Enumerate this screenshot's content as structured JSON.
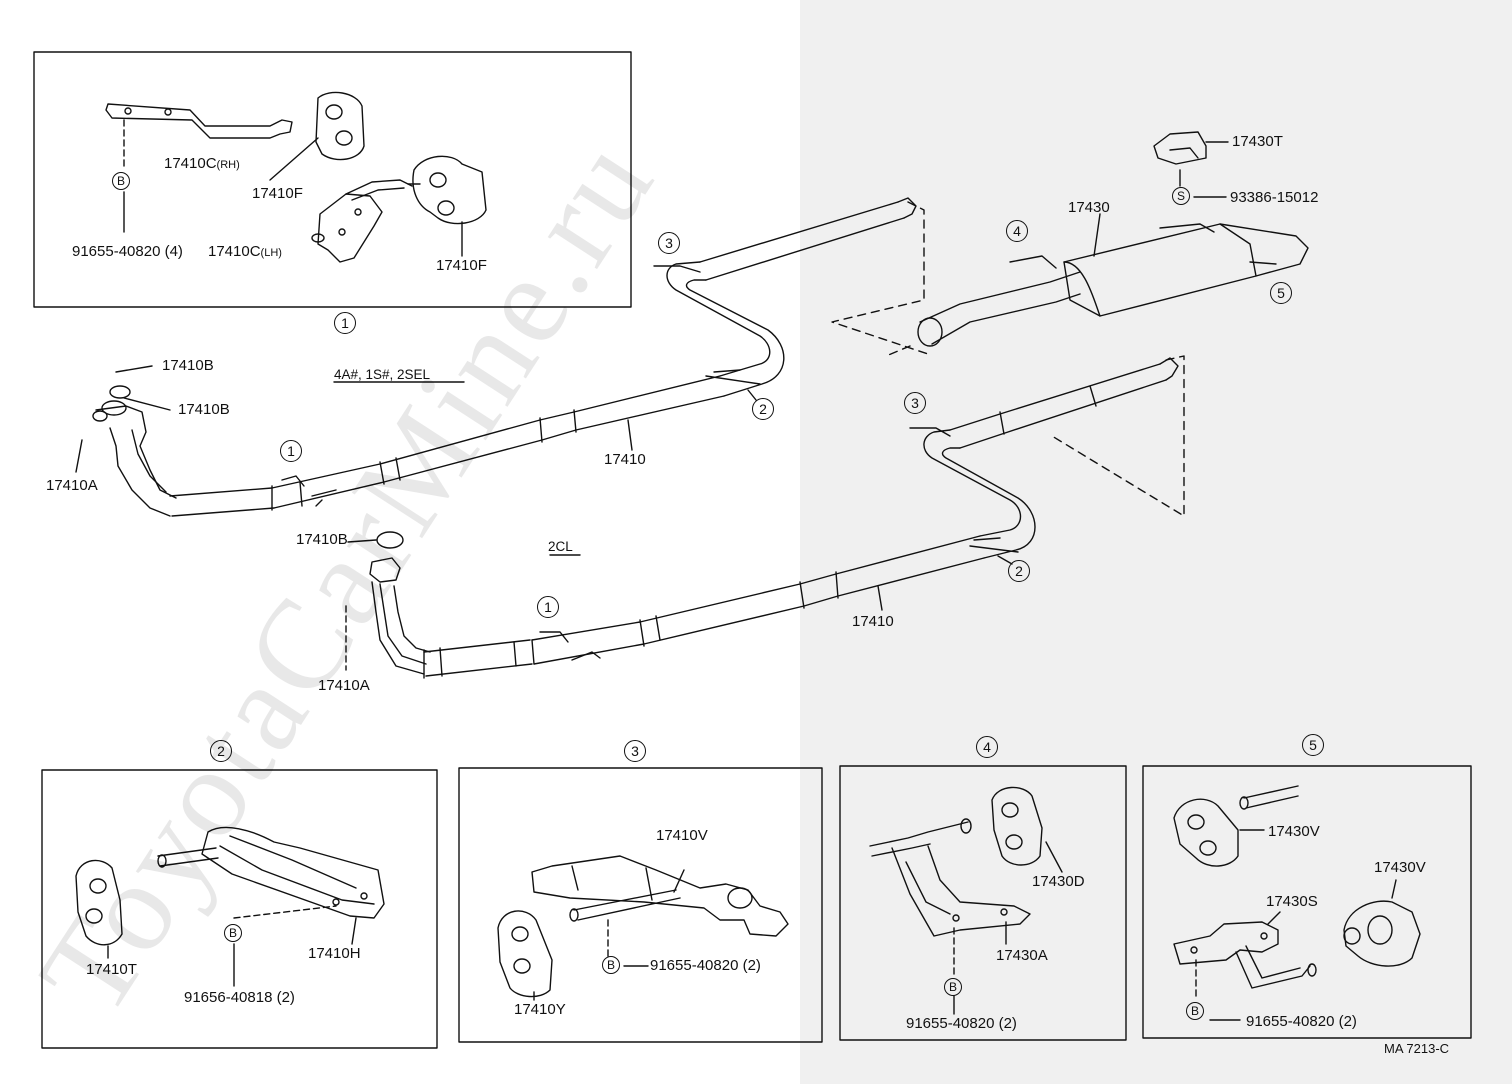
{
  "watermark": "ToyotaCarMine.ru",
  "drawing_code": "MA 7213-C",
  "engine_groups": {
    "group_a": "4A#, 1S#, 2SEL",
    "group_b": "2CL"
  },
  "callouts": {
    "c1": "1",
    "c2": "2",
    "c3": "3",
    "c4": "4",
    "c5": "5"
  },
  "bolt_marks": {
    "b": "B",
    "s": "S"
  },
  "detail_1": {
    "number": "1",
    "parts": {
      "bracket_rh": "17410C",
      "rh": "(RH)",
      "bracket_lh": "17410C",
      "lh": "(LH)",
      "insulator_a": "17410F",
      "insulator_b": "17410F",
      "bolt": "91655-40820 (4)"
    }
  },
  "main_upper": {
    "gasket_top": "17410B",
    "gasket_bottom": "17410B",
    "nut": "17410A",
    "pipe": "17410"
  },
  "main_lower": {
    "gasket": "17410B",
    "nut": "17410A",
    "pipe": "17410"
  },
  "tail": {
    "muffler": "17430",
    "heat_insulator": "17430T",
    "screw": "93386-15012"
  },
  "detail_2": {
    "number": "2",
    "parts": {
      "insulator": "17410T",
      "bracket": "17410H",
      "bolt": "91656-40818 (2)"
    }
  },
  "detail_3": {
    "number": "3",
    "parts": {
      "bracket": "17410V",
      "insulator": "17410Y",
      "bolt": "91655-40820 (2)"
    }
  },
  "detail_4": {
    "number": "4",
    "parts": {
      "insulator": "17430D",
      "bracket": "17430A",
      "bolt": "91655-40820 (2)"
    }
  },
  "detail_5": {
    "number": "5",
    "parts": {
      "insulator_a": "17430V",
      "insulator_b": "17430V",
      "bracket": "17430S",
      "bolt": "91655-40820 (2)"
    }
  }
}
